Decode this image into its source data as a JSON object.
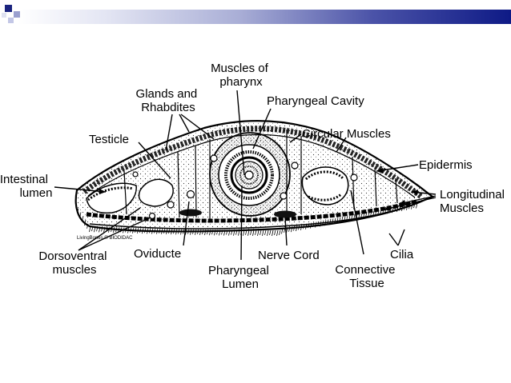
{
  "labels": {
    "muscles_of_pharynx": [
      "Muscles of",
      "pharynx"
    ],
    "glands_and_rhabdites": [
      "Glands and",
      "Rhabdites"
    ],
    "pharyngeal_cavity": "Pharyngeal Cavity",
    "circular_muscles": "Circular Muscles",
    "testicle": "Testicle",
    "epidermis": "Epidermis",
    "intestinal_lumen": [
      "Intestinal",
      "lumen"
    ],
    "longitudinal_muscles": [
      "Longitudinal",
      "Muscles"
    ],
    "dorsoventral_muscles": [
      "Dorsoventral",
      "muscles"
    ],
    "oviducte": "Oviducte",
    "pharyngeal_lumen": [
      "Pharyngeal",
      "Lumen"
    ],
    "nerve_cord": "Nerve Cord",
    "connective_tissue": [
      "Connective",
      "Tissue"
    ],
    "cilia": "Cilia"
  },
  "credit": "LivingBones © BIODIDAC"
}
